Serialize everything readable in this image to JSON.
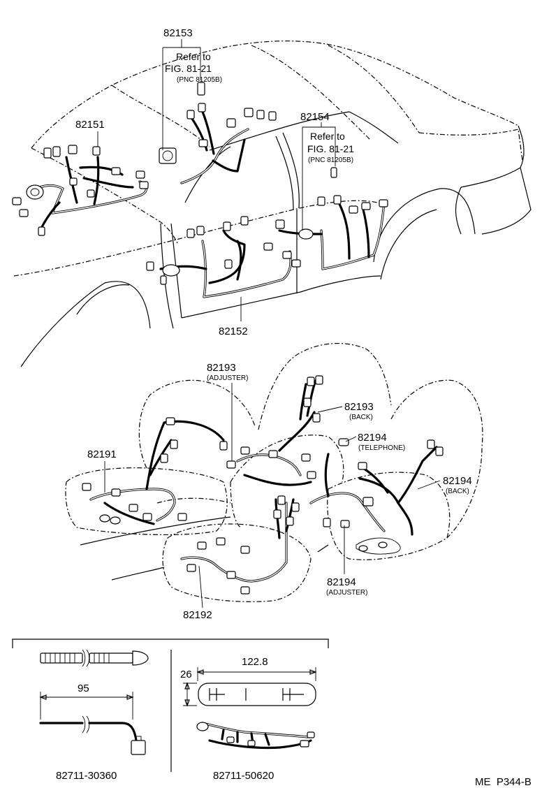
{
  "car_section": {
    "label_82153": "82153",
    "label_82151": "82151",
    "label_82154": "82154",
    "label_82152": "82152",
    "refer_left": {
      "line1": "Refer to",
      "line2": "FIG. 81-21",
      "line3": "(PNC 81205B)"
    },
    "refer_right": {
      "line1": "Refer to",
      "line2": "FIG. 81-21",
      "line3": "(PNC 81205B)"
    }
  },
  "seat_section": {
    "label_82193_adj": "82193",
    "sub_82193_adj": "(ADJUSTER)",
    "label_82193_back": "82193",
    "sub_82193_back": "(BACK)",
    "label_82194_tel": "82194",
    "sub_82194_tel": "(TELEPHONE)",
    "label_82191": "82191",
    "label_82194_back": "82194",
    "sub_82194_back": "(BACK)",
    "label_82194_adj": "82194",
    "sub_82194_adj": "(ADJUSTER)",
    "label_82192": "82192"
  },
  "detail_section": {
    "left_dim": "95",
    "left_part": "82711-30360",
    "right_dim_width": "122.8",
    "right_dim_height": "26",
    "right_part": "82711-50620"
  },
  "footer": {
    "page_code": "ME  P344-B"
  }
}
